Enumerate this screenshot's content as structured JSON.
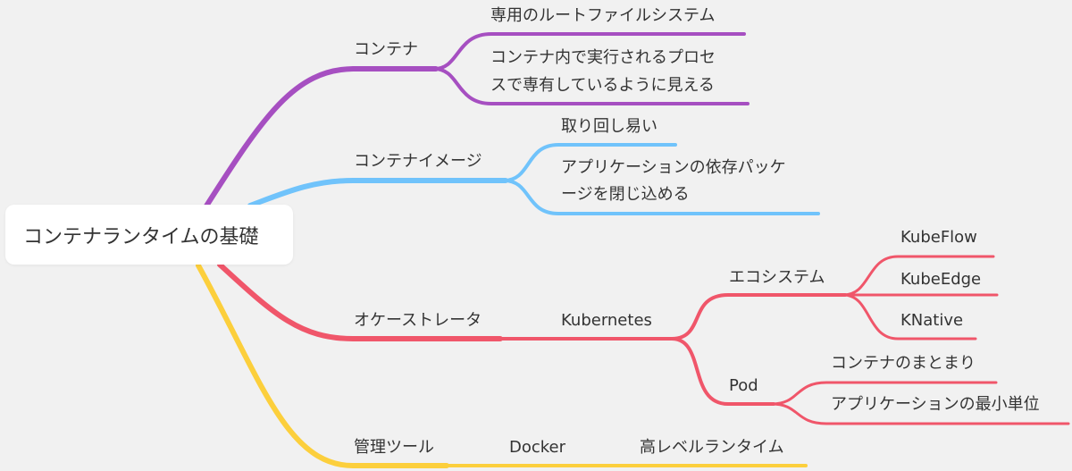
{
  "root": {
    "label": "コンテナランタイムの基礎"
  },
  "colors": {
    "container": "#a64fc1",
    "image": "#70c3fb",
    "orchestrator": "#f0566a",
    "tools": "#fccf3c",
    "text": "#333333",
    "background": "#f1f1f1"
  },
  "branches": {
    "container": {
      "label": "コンテナ",
      "children": [
        "専用のルートファイルシステム",
        "コンテナ内で実行されるプロセ",
        "スで専有しているように見える"
      ]
    },
    "image": {
      "label": "コンテナイメージ",
      "children": [
        "取り回し易い",
        "アプリケーションの依存パッケ",
        "ージを閉じ込める"
      ]
    },
    "orchestrator": {
      "label": "オケーストレータ",
      "kubernetes": "Kubernetes",
      "ecosystem": {
        "label": "エコシステム",
        "children": [
          "KubeFlow",
          "KubeEdge",
          "KNative"
        ]
      },
      "pod": {
        "label": "Pod",
        "children": [
          "コンテナのまとまり",
          "アプリケーションの最小単位"
        ]
      }
    },
    "tools": {
      "label": "管理ツール",
      "docker": "Docker",
      "docker_child": "高レベルランタイム"
    }
  }
}
